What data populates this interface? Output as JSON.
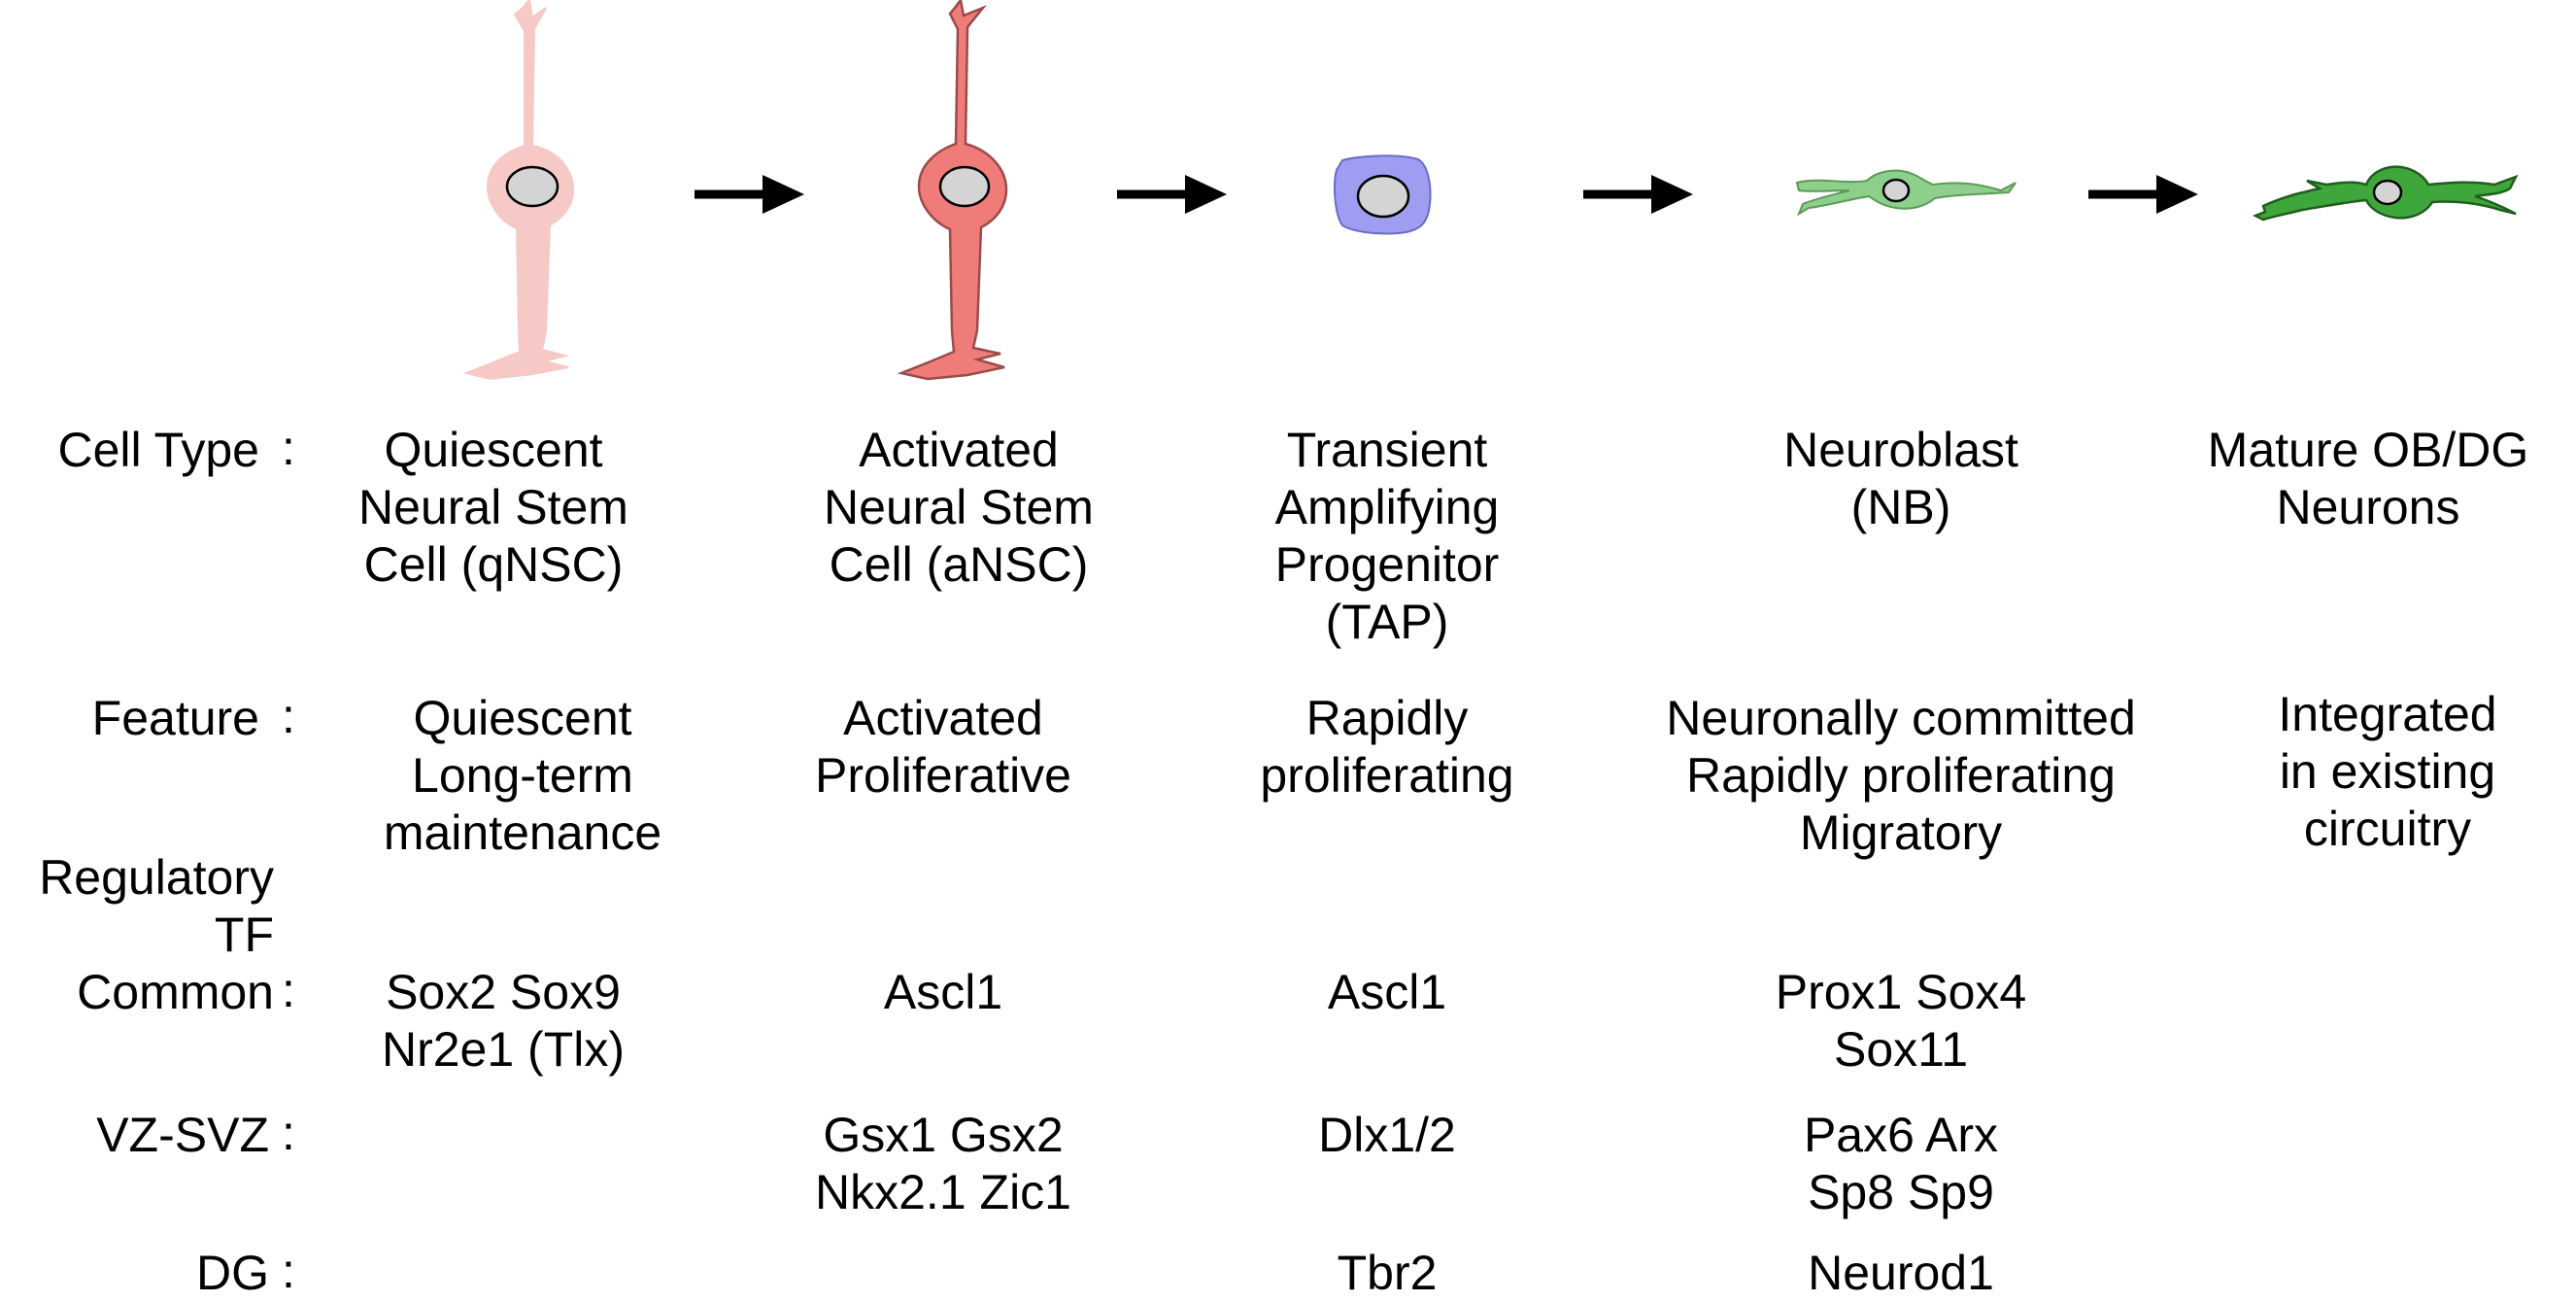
{
  "labels": {
    "cell_type": "Cell Type",
    "feature": "Feature",
    "regulatory_tf": "Regulatory\nTF",
    "common": "Common",
    "vz_svz": "VZ-SVZ",
    "dg": "DG",
    "colon": ":"
  },
  "stages": [
    {
      "icon": "quiescent-stem-cell-icon",
      "color": "#f6c9c6",
      "cell_type": "Quiescent\nNeural Stem\nCell (qNSC)",
      "feature": "Quiescent\nLong-term\nmaintenance",
      "common": "Sox2 Sox9\nNr2e1 (Tlx)",
      "vz_svz": "",
      "dg": ""
    },
    {
      "icon": "activated-stem-cell-icon",
      "color": "#f07c7a",
      "cell_type": "Activated\nNeural Stem\nCell (aNSC)",
      "feature": "Activated\nProliferative",
      "common": "Ascl1",
      "vz_svz": "Gsx1 Gsx2\nNkx2.1 Zic1",
      "dg": ""
    },
    {
      "icon": "transient-amplifying-progenitor-icon",
      "color": "#9d9df2",
      "cell_type": "Transient\nAmplifying\nProgenitor\n(TAP)",
      "feature": "Rapidly\nproliferating",
      "common": "Ascl1",
      "vz_svz": "Dlx1/2",
      "dg": "Tbr2"
    },
    {
      "icon": "neuroblast-icon",
      "color": "#8fcf8c",
      "cell_type": "Neuroblast\n(NB)",
      "feature": "Neuronally committed\nRapidly proliferating\nMigratory",
      "common": "Prox1 Sox4\nSox11",
      "vz_svz": "Pax6 Arx\nSp8 Sp9",
      "dg": "Neurod1"
    },
    {
      "icon": "mature-neuron-icon",
      "color": "#3fa63c",
      "cell_type": "Mature OB/DG\nNeurons",
      "feature": "Integrated\nin existing\ncircuitry",
      "common": "",
      "vz_svz": "",
      "dg": ""
    }
  ],
  "arrow_icon": "right-arrow-icon",
  "nucleus_color": "#d4d4d4"
}
